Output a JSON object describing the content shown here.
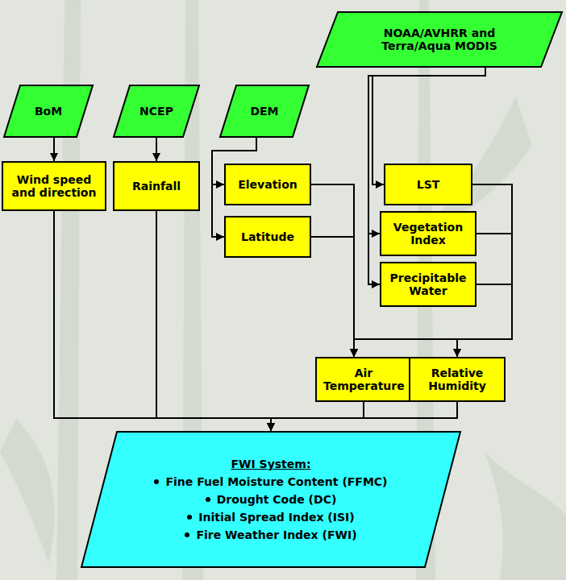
{
  "diagram": {
    "nodes": [
      {
        "text": [
          "NOAA/AVHRR and Terra/Aqua MODIS"
        ]
      },
      {
        "text": [
          "BoM"
        ]
      },
      {
        "text": [
          "NCEP"
        ]
      },
      {
        "text": [
          "DEM"
        ]
      },
      {
        "text": [
          "Wind speed and direction"
        ]
      },
      {
        "text": [
          "Rainfall"
        ]
      },
      {
        "text": [
          "Elevation"
        ]
      },
      {
        "text": [
          "Latitude"
        ]
      },
      {
        "text": [
          "LST"
        ]
      },
      {
        "text": [
          "Vegetation Index"
        ]
      },
      {
        "text": [
          "Precipitable Water"
        ]
      },
      {
        "text": [
          "Air Temperature"
        ]
      },
      {
        "text": [
          "Relative Humidity"
        ]
      },
      {
        "text": [
          "FWI System:",
          "Fine Fuel Moisture Content (FFMC)",
          "Drought Code (DC)",
          "Initial Spread Index (ISI)",
          "Fire Weather Index (FWI)"
        ]
      }
    ],
    "edges": [
      {
        "from": 1,
        "to": 4,
        "arrow": "to"
      },
      {
        "from": 2,
        "to": 5,
        "arrow": "to"
      },
      {
        "from": 3,
        "to": 6,
        "arrow": "to"
      },
      {
        "from": 3,
        "to": 7,
        "arrow": "to"
      },
      {
        "from": 0,
        "to": 8,
        "arrow": "to"
      },
      {
        "from": 0,
        "to": 9,
        "arrow": "to"
      },
      {
        "from": 0,
        "to": 10,
        "arrow": "to"
      },
      {
        "from": 6,
        "to": 11,
        "arrow": "to"
      },
      {
        "from": 7,
        "to": 11,
        "arrow": "to"
      },
      {
        "from": 8,
        "to": 11,
        "arrow": "to"
      },
      {
        "from": 9,
        "to": 11,
        "arrow": "to"
      },
      {
        "from": 8,
        "to": 12,
        "arrow": "to"
      },
      {
        "from": 10,
        "to": 12,
        "arrow": "to"
      },
      {
        "from": 4,
        "to": 13,
        "arrow": "to"
      },
      {
        "from": 5,
        "to": 13,
        "arrow": "to"
      },
      {
        "from": 11,
        "to": 13,
        "arrow": "to"
      },
      {
        "from": 12,
        "to": 13,
        "arrow": "to"
      }
    ]
  }
}
